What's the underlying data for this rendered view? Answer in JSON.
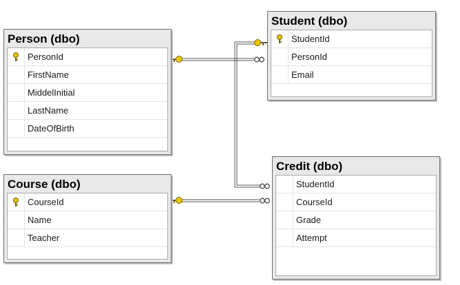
{
  "colors": {
    "key": "#d4b100",
    "line": "#555555",
    "header_bg": "#e9e9e9"
  },
  "tables": [
    {
      "id": "person",
      "title": "Person (dbo)",
      "columns": [
        {
          "name": "PersonId",
          "pk": true
        },
        {
          "name": "FirstName",
          "pk": false
        },
        {
          "name": "MiddelInitial",
          "pk": false
        },
        {
          "name": "LastName",
          "pk": false
        },
        {
          "name": "DateOfBirth",
          "pk": false
        }
      ]
    },
    {
      "id": "student",
      "title": "Student (dbo)",
      "columns": [
        {
          "name": "StudentId",
          "pk": true
        },
        {
          "name": "PersonId",
          "pk": false
        },
        {
          "name": "Email",
          "pk": false
        }
      ]
    },
    {
      "id": "course",
      "title": "Course (dbo)",
      "columns": [
        {
          "name": "CourseId",
          "pk": true
        },
        {
          "name": "Name",
          "pk": false
        },
        {
          "name": "Teacher",
          "pk": false
        }
      ]
    },
    {
      "id": "credit",
      "title": "Credit (dbo)",
      "columns": [
        {
          "name": "StudentId",
          "pk": false
        },
        {
          "name": "CourseId",
          "pk": false
        },
        {
          "name": "Grade",
          "pk": false
        },
        {
          "name": "Attempt",
          "pk": false
        }
      ]
    }
  ],
  "relationships": [
    {
      "from": "Person.PersonId",
      "to": "Student.PersonId",
      "one_end": "key-icon",
      "many_end": "infinity-icon"
    },
    {
      "from": "Student.StudentId",
      "to": "Credit.StudentId",
      "one_end": "key-icon",
      "many_end": "infinity-icon"
    },
    {
      "from": "Course.CourseId",
      "to": "Credit.CourseId",
      "one_end": "key-icon",
      "many_end": "infinity-icon"
    }
  ]
}
